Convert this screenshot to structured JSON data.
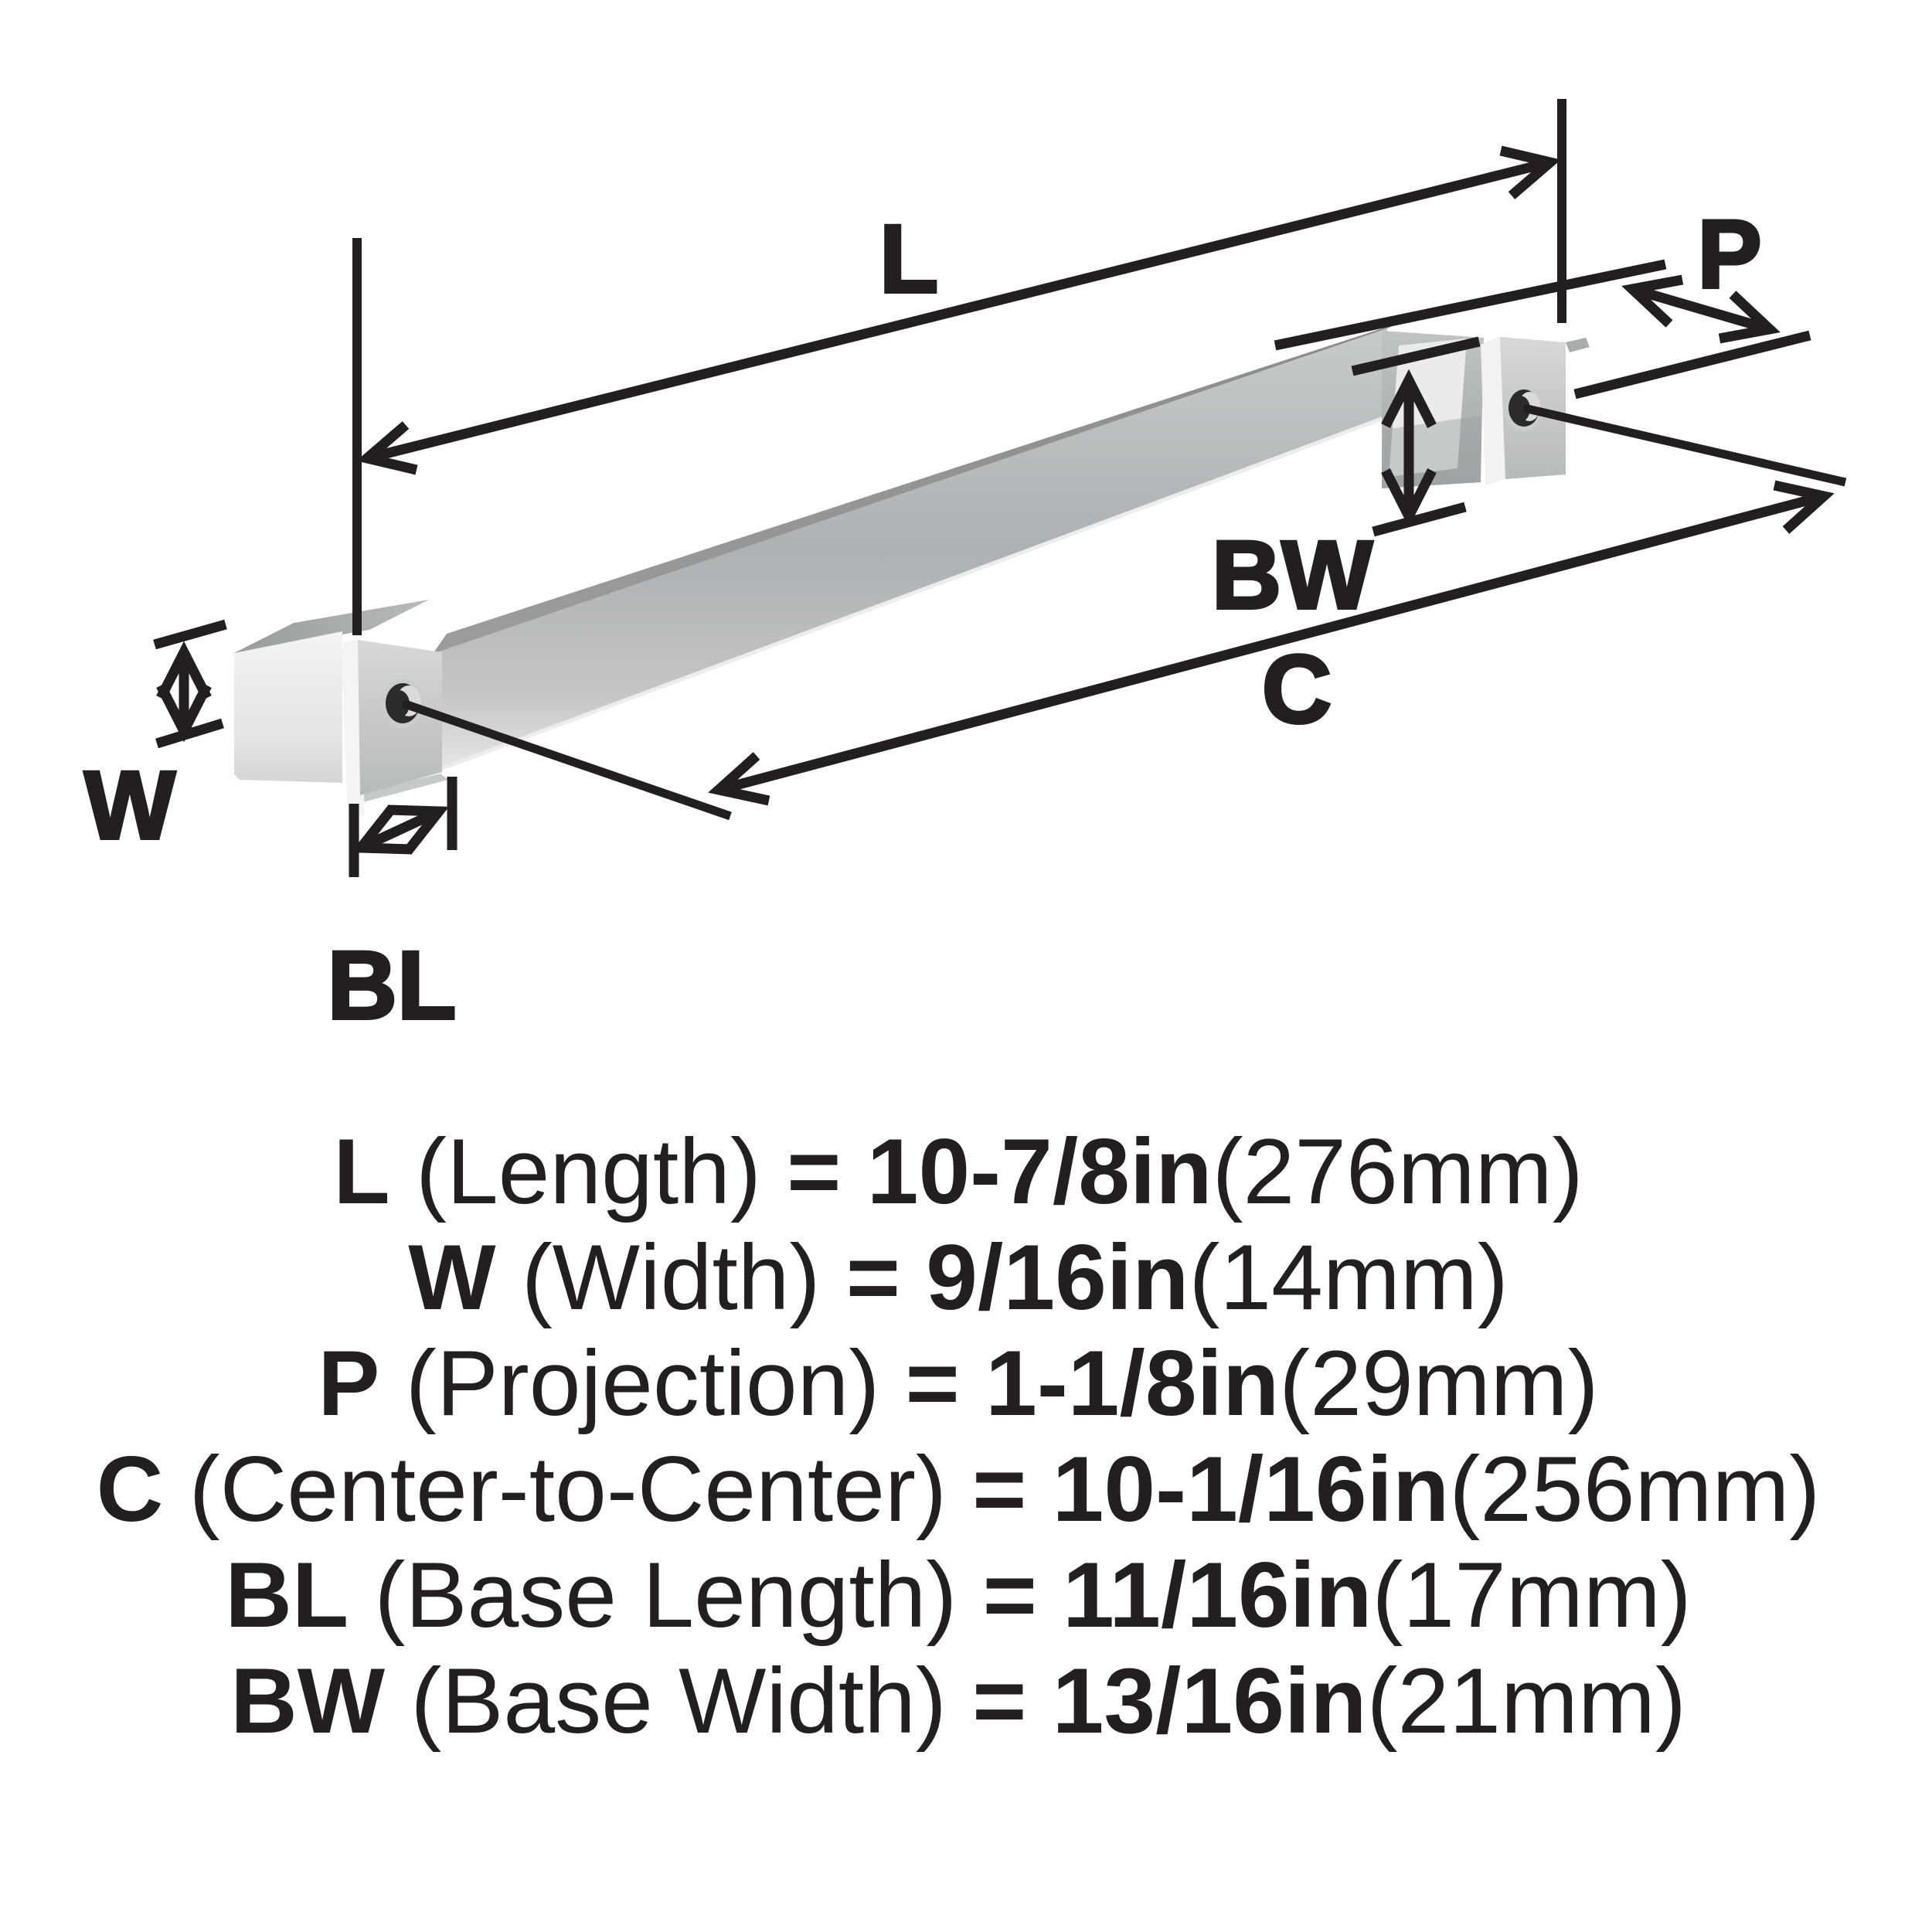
{
  "colors": {
    "background": "#ffffff",
    "line": "#231f20",
    "text": "#231f20",
    "metal-light": "#f2f3f3",
    "metal-mid": "#b3b6b8",
    "metal-dark": "#8f9192",
    "hole": "#2b2b2b"
  },
  "diagram": {
    "labels": {
      "length": "L",
      "width": "W",
      "projection": "P",
      "center_to_center": "C",
      "base_length": "BL",
      "base_width": "BW"
    }
  },
  "specs": [
    {
      "code": "L",
      "desc": " (Length) ",
      "value": "= 10-7/8in",
      "metric": "(276mm)"
    },
    {
      "code": "W",
      "desc": " (Width) ",
      "value": "= 9/16in",
      "metric": "(14mm)"
    },
    {
      "code": "P",
      "desc": " (Projection) ",
      "value": "= 1-1/8in",
      "metric": "(29mm)"
    },
    {
      "code": "C",
      "desc": " (Center-to-Center) ",
      "value": "= 10-1/16in",
      "metric": "(256mm)"
    },
    {
      "code": "BL",
      "desc": " (Base Length) ",
      "value": "= 11/16in",
      "metric": "(17mm)"
    },
    {
      "code": "BW",
      "desc": " (Base Width) ",
      "value": "= 13/16in",
      "metric": "(21mm)"
    }
  ]
}
